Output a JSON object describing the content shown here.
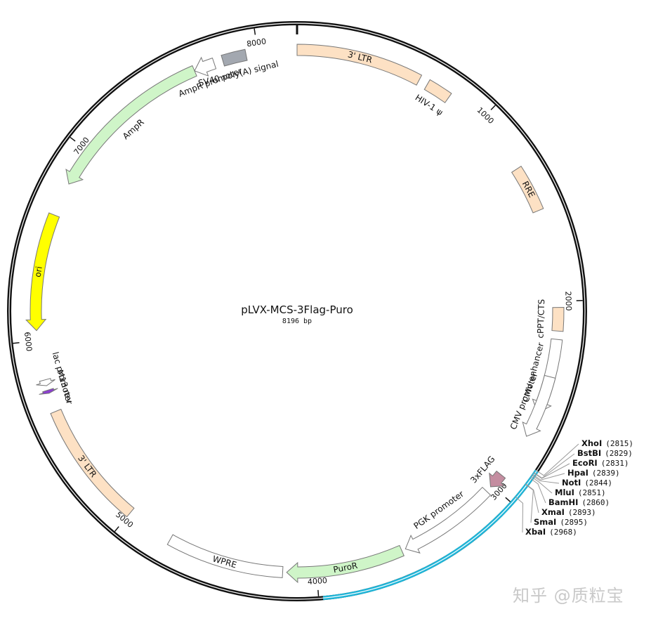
{
  "plasmid": {
    "name": "pLVX-MCS-3Flag-Puro",
    "size_label": "8196 bp",
    "length_bp": 8196
  },
  "ticks": [
    {
      "bp": 0,
      "label": ""
    },
    {
      "bp": 1000,
      "label": "1000"
    },
    {
      "bp": 2000,
      "label": "2000"
    },
    {
      "bp": 3000,
      "label": "3000"
    },
    {
      "bp": 4000,
      "label": "4000"
    },
    {
      "bp": 5000,
      "label": "5000"
    },
    {
      "bp": 6000,
      "label": "6000"
    },
    {
      "bp": 7000,
      "label": "7000"
    },
    {
      "bp": 8000,
      "label": "8000"
    }
  ],
  "highlight_region": {
    "start": 2815,
    "end": 3980,
    "color": "#1fb5d8"
  },
  "features": [
    {
      "name": "3' LTR",
      "start": 0,
      "end": 634,
      "dir": 0,
      "color": "#fde1c4",
      "track": 1,
      "label_inside": true
    },
    {
      "name": "HIV-1 ψ",
      "start": 680,
      "end": 805,
      "dir": 0,
      "color": "#fde1c4",
      "track": 1,
      "label_inside": false
    },
    {
      "name": "RRE",
      "start": 1300,
      "end": 1534,
      "dir": 0,
      "color": "#fde1c4",
      "track": 1,
      "label_inside": true
    },
    {
      "name": "cPPT/CTS",
      "start": 2030,
      "end": 2148,
      "dir": 0,
      "color": "#fde1c4",
      "track": 1,
      "label_inside": false
    },
    {
      "name": "CMV enhancer",
      "start": 2190,
      "end": 2570,
      "dir": 1,
      "color": "#ffffff",
      "track": 1,
      "label_inside": false
    },
    {
      "name": "CMV promoter",
      "start": 2380,
      "end": 2700,
      "dir": 1,
      "color": "#ffffff",
      "track": 1,
      "label_inside": false
    },
    {
      "name": "3xFLAG",
      "start": 2930,
      "end": 3010,
      "dir": 1,
      "color": "#c48da0",
      "track": 1,
      "label_inside": false
    },
    {
      "name": "PGK promoter",
      "start": 3040,
      "end": 3540,
      "dir": 1,
      "color": "#ffffff",
      "track": 1,
      "label_inside": false
    },
    {
      "name": "PuroR",
      "start": 3560,
      "end": 4150,
      "dir": 1,
      "color": "#cff5c8",
      "track": 1,
      "label_inside": true
    },
    {
      "name": "WPRE",
      "start": 4170,
      "end": 4760,
      "dir": 0,
      "color": "#ffffff",
      "track": 1,
      "label_inside": true
    },
    {
      "name": "3' LTR",
      "start": 5000,
      "end": 5634,
      "dir": 0,
      "color": "#fde1c4",
      "track": 1,
      "label_inside": true
    },
    {
      "name": "M13 rev",
      "start": 5730,
      "end": 5747,
      "dir": -1,
      "color": "#8b3fcf",
      "track": 1,
      "label_inside": false
    },
    {
      "name": "lac promoter",
      "start": 5770,
      "end": 5800,
      "dir": -1,
      "color": "#ffffff",
      "track": 1,
      "label_inside": false
    },
    {
      "name": "ori",
      "start": 6050,
      "end": 6639,
      "dir": -1,
      "color": "#ffff00",
      "track": 1,
      "label_inside": true
    },
    {
      "name": "AmpR",
      "start": 6810,
      "end": 7670,
      "dir": -1,
      "color": "#cff5c8",
      "track": 1,
      "label_inside": false
    },
    {
      "name": "AmpR promoter",
      "start": 7670,
      "end": 7775,
      "dir": -1,
      "color": "#ffffff",
      "track": 1,
      "label_inside": false
    },
    {
      "name": "SV40 poly(A) signal",
      "start": 7820,
      "end": 7940,
      "dir": 0,
      "color": "#a3a8b0",
      "track": 1,
      "label_inside": false
    }
  ],
  "restriction_sites": [
    {
      "enzyme": "XhoI",
      "pos": "(2815)",
      "bp": 2815
    },
    {
      "enzyme": "BstBI",
      "pos": "(2829)",
      "bp": 2829
    },
    {
      "enzyme": "EcoRI",
      "pos": "(2831)",
      "bp": 2831
    },
    {
      "enzyme": "HpaI",
      "pos": "(2839)",
      "bp": 2839
    },
    {
      "enzyme": "NotI",
      "pos": "(2844)",
      "bp": 2844
    },
    {
      "enzyme": "MluI",
      "pos": "(2851)",
      "bp": 2851
    },
    {
      "enzyme": "BamHI",
      "pos": "(2860)",
      "bp": 2860
    },
    {
      "enzyme": "XmaI",
      "pos": "(2893)",
      "bp": 2893
    },
    {
      "enzyme": "SmaI",
      "pos": "(2895)",
      "bp": 2895
    },
    {
      "enzyme": "XbaI",
      "pos": "(2968)",
      "bp": 2968
    }
  ],
  "watermark": "知乎 @质粒宝"
}
